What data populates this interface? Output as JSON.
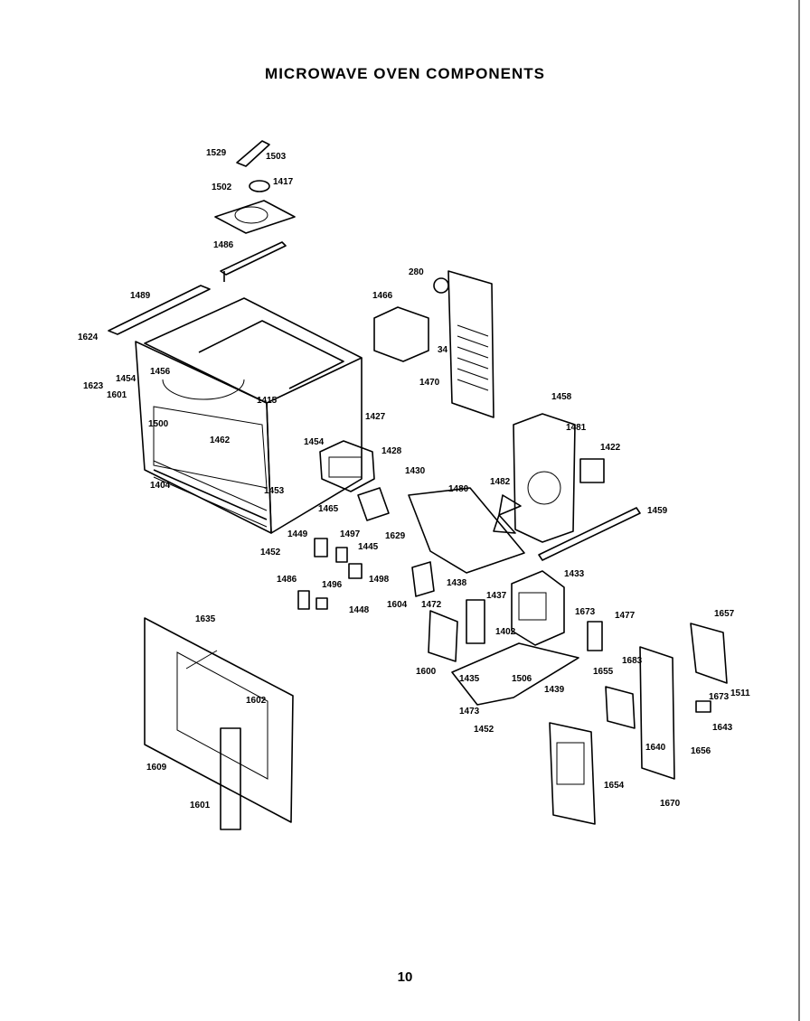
{
  "diagram": {
    "title": "MICROWAVE OVEN COMPONENTS",
    "page_number": "10",
    "part_labels": {
      "p1529": "1529",
      "p1503": "1503",
      "p1502": "1502",
      "p1417": "1417",
      "p1486a": "1486",
      "p1489": "1489",
      "p1624": "1624",
      "p1623": "1623",
      "p1454": "1454",
      "p1601": "1601",
      "p1456": "1456",
      "p1500": "1500",
      "p1415": "1415",
      "p1462": "1462",
      "p1427": "1427",
      "p1454b": "1454",
      "p1428": "1428",
      "p1430": "1430",
      "p1404": "1404",
      "p1453": "1453",
      "p1465": "1465",
      "p1452": "1452",
      "p1449": "1449",
      "p1497": "1497",
      "p1445": "1445",
      "p1486b": "1486",
      "p1496": "1496",
      "p1498": "1498",
      "p1448": "1448",
      "p1629": "1629",
      "p280": "280",
      "p1466": "1466",
      "p34": "34",
      "p1470": "1470",
      "p1458": "1458",
      "p1481": "1481",
      "p1422": "1422",
      "p1482": "1482",
      "p1480": "1480",
      "p1459": "1459",
      "p1433": "1433",
      "p1438": "1438",
      "p1437": "1437",
      "p1604": "1604",
      "p1472": "1472",
      "p1402": "1402",
      "p1600": "1600",
      "p1435": "1435",
      "p1506": "1506",
      "p1473": "1473",
      "p1452b": "1452",
      "p1439": "1439",
      "p1673": "1673",
      "p1477": "1477",
      "p1657": "1657",
      "p1683": "1683",
      "p1655": "1655",
      "p1673b": "1673",
      "p1511": "1511",
      "p1643": "1643",
      "p1640": "1640",
      "p1656": "1656",
      "p1654": "1654",
      "p1670": "1670",
      "p1635": "1635",
      "p1602": "1602",
      "p1609": "1609",
      "p1601b": "1601"
    }
  }
}
